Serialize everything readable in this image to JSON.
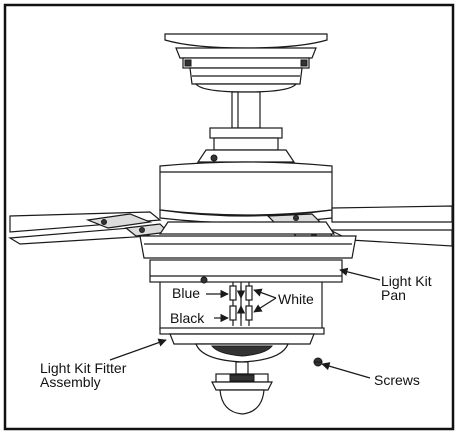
{
  "labels": {
    "blue": "Blue",
    "white": "White",
    "black": "Black",
    "light_kit_pan_line1": "Light Kit",
    "light_kit_pan_line2": "Pan",
    "fitter_line1": "Light Kit Fitter",
    "fitter_line2": "Assembly",
    "screws": "Screws"
  },
  "colors": {
    "ink": "#1a1a1a",
    "background": "#ffffff"
  }
}
